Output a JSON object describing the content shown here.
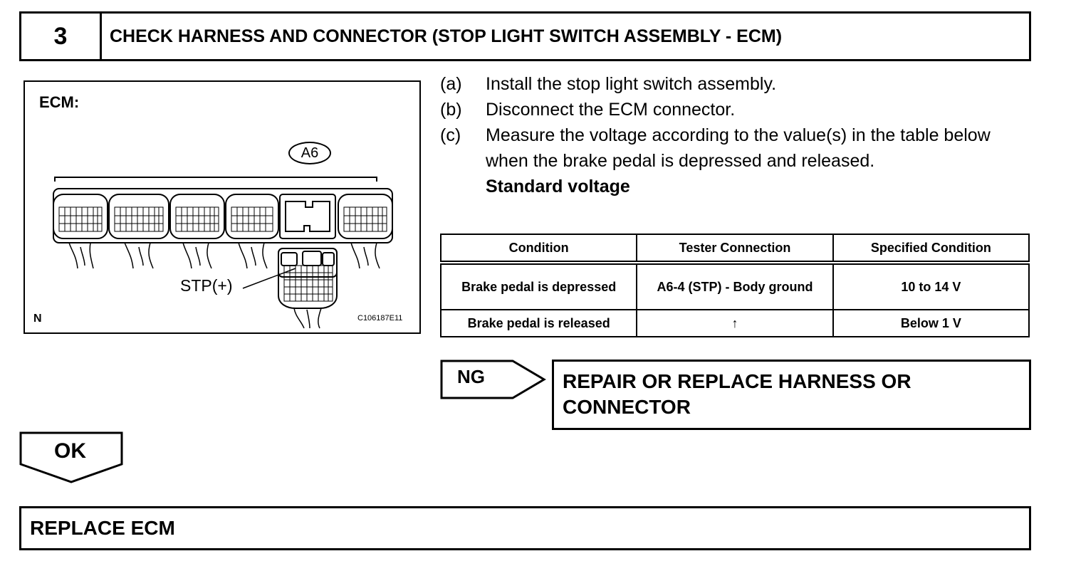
{
  "header": {
    "step_number": "3",
    "title": "CHECK HARNESS AND CONNECTOR (STOP LIGHT SWITCH ASSEMBLY - ECM)"
  },
  "illustration": {
    "caption": "ECM:",
    "connector_label": "A6",
    "terminal_label": "STP(+)",
    "corner_mark": "N",
    "figure_code": "C106187E11"
  },
  "steps": [
    {
      "label": "(a)",
      "text": "Install the stop light switch assembly."
    },
    {
      "label": "(b)",
      "text": "Disconnect the ECM connector."
    },
    {
      "label": "(c)",
      "text": "Measure the voltage according to the value(s) in the table below when the brake pedal is depressed and released."
    }
  ],
  "standard_heading": "Standard voltage",
  "table": {
    "headers": [
      "Condition",
      "Tester Connection",
      "Specified Condition"
    ],
    "rows": [
      [
        "Brake pedal is depressed",
        "A6-4 (STP) - Body ground",
        "10 to 14 V"
      ],
      [
        "Brake pedal is released",
        "↑",
        "Below 1 V"
      ]
    ]
  },
  "ng": {
    "label": "NG",
    "action": "REPAIR OR REPLACE HARNESS OR CONNECTOR"
  },
  "ok": {
    "label": "OK"
  },
  "result": {
    "action": "REPLACE ECM"
  }
}
